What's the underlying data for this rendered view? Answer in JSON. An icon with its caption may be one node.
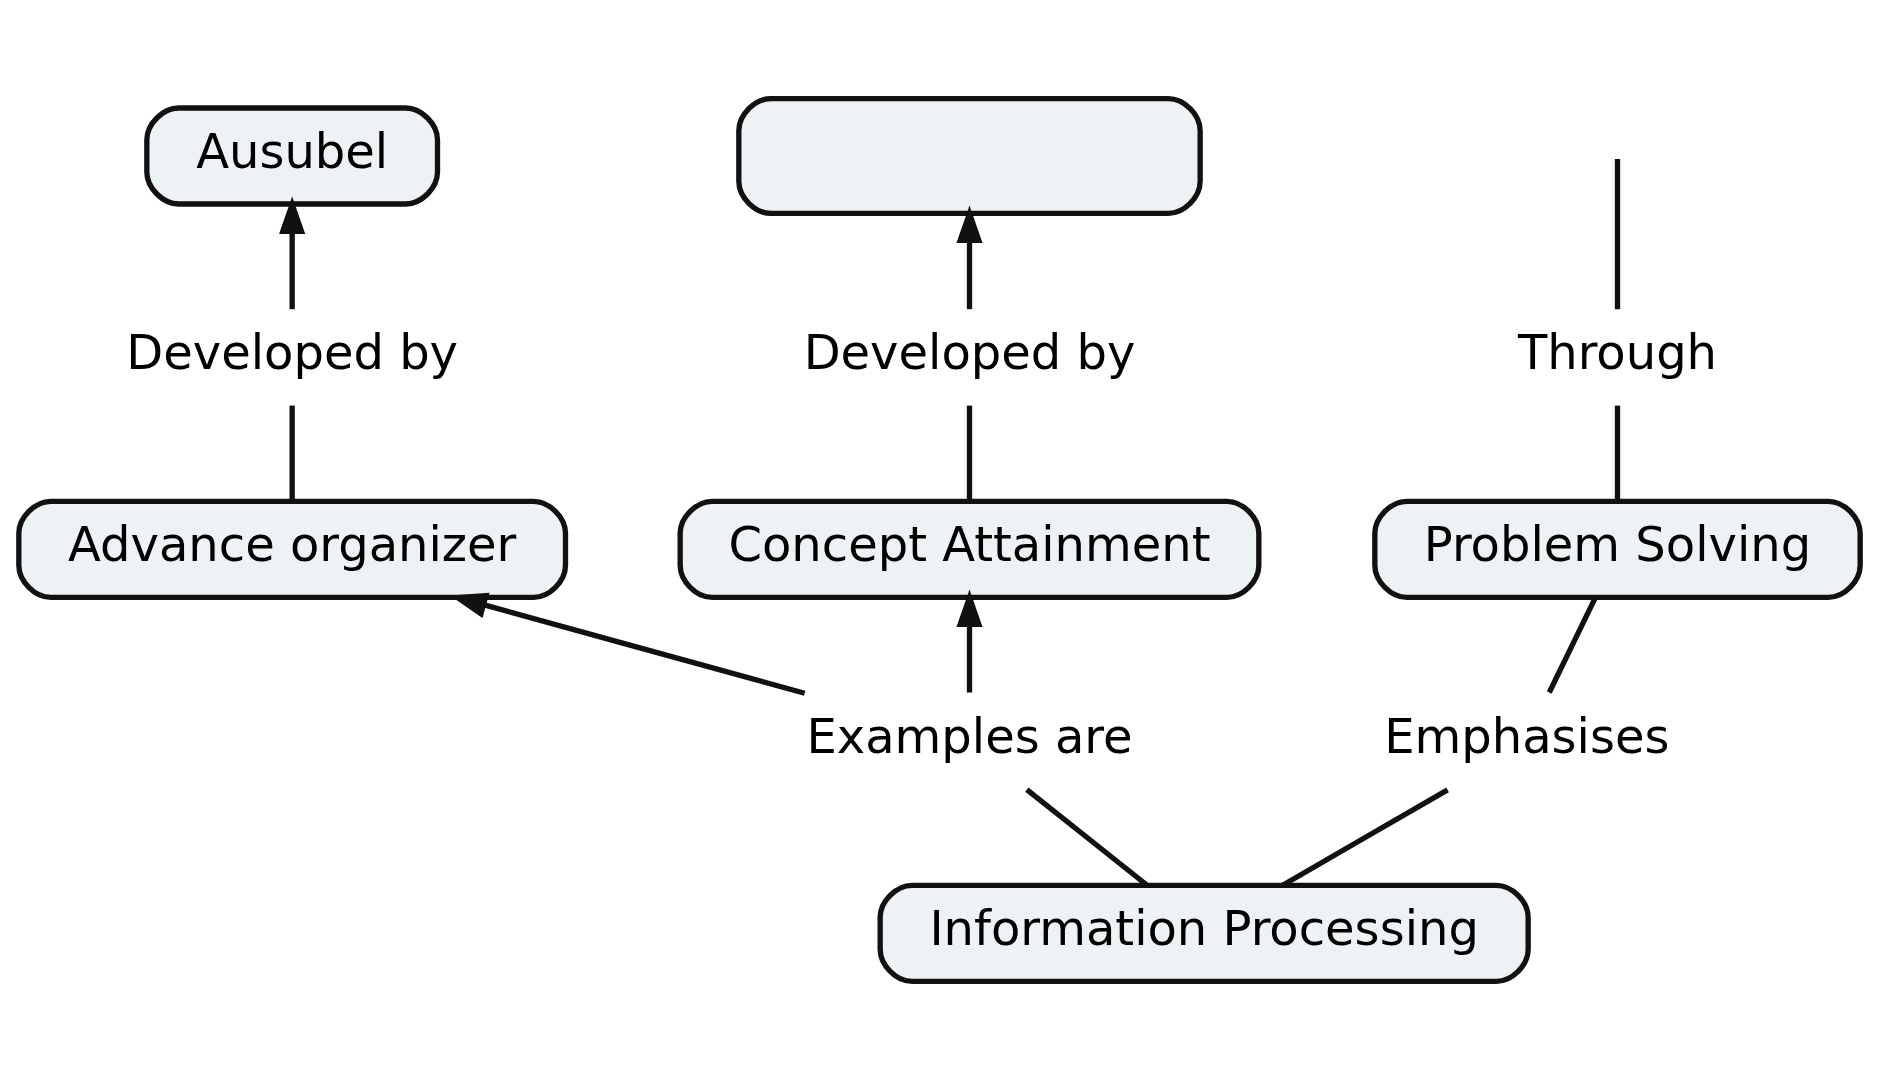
{
  "diagram": {
    "nodes": [
      {
        "text": [
          "Ausubel"
        ]
      },
      {
        "text": [
          "Developed by"
        ]
      },
      {
        "text": [
          "Advance organizer"
        ]
      },
      {
        "text": [
          "Information Processing"
        ]
      },
      {
        "text": [
          "Examples are"
        ]
      },
      {
        "text": [
          "Emphasises"
        ]
      },
      {
        "text": [
          "Concept Attainment"
        ]
      },
      {
        "text": [
          "Problem Solving"
        ]
      },
      {
        "text": [
          "Developed by"
        ]
      },
      {
        "text": [
          "Through"
        ]
      },
      {
        "text": [],
        "shape": "box"
      }
    ],
    "edges": [
      {
        "from": 3,
        "to": 4,
        "arrow": "none"
      },
      {
        "from": 4,
        "to": 2,
        "arrow": "to"
      },
      {
        "from": 4,
        "to": 6,
        "arrow": "to"
      },
      {
        "from": 2,
        "to": 1,
        "arrow": "none"
      },
      {
        "from": 1,
        "to": 0,
        "arrow": "to"
      },
      {
        "from": 6,
        "to": 8,
        "arrow": "none"
      },
      {
        "from": 8,
        "to": 10,
        "arrow": "to"
      },
      {
        "from": 3,
        "to": 5,
        "arrow": "none"
      },
      {
        "from": 5,
        "to": 7,
        "arrow": "none"
      },
      {
        "from": 7,
        "to": 9,
        "arrow": "none"
      },
      {
        "from": 9,
        "to": null,
        "arrow": "none"
      }
    ]
  }
}
